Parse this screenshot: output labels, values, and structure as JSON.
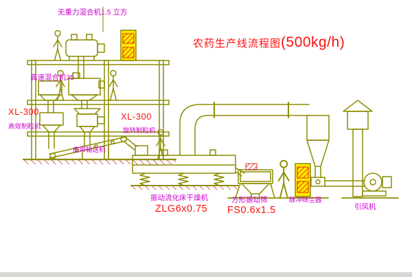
{
  "title": {
    "main": "农药生产线流程图",
    "capacity": "(500kg/h)"
  },
  "labels": {
    "gravity_mixer": "无重力混合机1.5 立方",
    "high_speed_mixer": "高速混合机35",
    "granulator_left_model": "XL-300",
    "granulator_left_name": "高效制粒机",
    "granulator_mid_model": "XL-300",
    "granulator_mid_name": "旋转制粒机",
    "belt_conveyor": "皮带输送机",
    "fluid_bed_dryer": "振动流化床干燥机",
    "fluid_bed_dryer_model": "ZLG6x0.75",
    "square_sieve": "方形振动筛",
    "square_sieve_model": "FS0.6x1.5",
    "pulse_dust_collector": "脉冲除尘器",
    "induced_draft_fan": "引风机"
  },
  "colors": {
    "equipment_line": "#8c8c00",
    "box_fill_yellow": "#ffe800",
    "hatch_red": "#e00000",
    "ground_hatch_red": "#b40000",
    "title_red": "#ff0e0e",
    "label_magenta": "#cf00cf",
    "background": "#ffffff"
  }
}
